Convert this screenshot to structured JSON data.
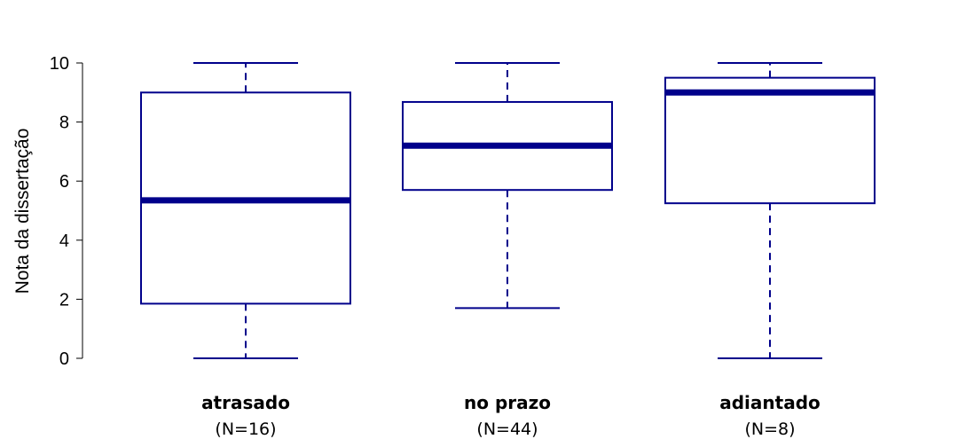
{
  "chart_data": {
    "type": "boxplot",
    "ylabel": "Nota da dissertação",
    "ylim": [
      0,
      10
    ],
    "yticks": [
      "0",
      "2",
      "4",
      "6",
      "8",
      "10"
    ],
    "grid": false,
    "color": "#00008B",
    "categories": [
      "atrasado",
      "no prazo",
      "adiantado"
    ],
    "counts": [
      "(N=16)",
      "(N=44)",
      "(N=8)"
    ],
    "boxes": [
      {
        "min": 0,
        "q1": 1.85,
        "median": 5.35,
        "q3": 9.0,
        "max": 10
      },
      {
        "min": 1.7,
        "q1": 5.7,
        "median": 7.2,
        "q3": 8.68,
        "max": 10
      },
      {
        "min": 0,
        "q1": 5.25,
        "median": 9.0,
        "q3": 9.5,
        "max": 10
      }
    ]
  }
}
